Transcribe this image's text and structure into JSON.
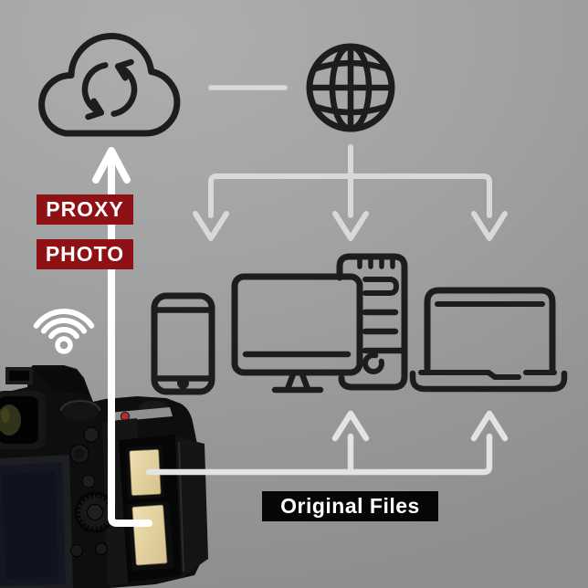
{
  "badges": {
    "proxy": "PROXY",
    "photo": "PHOTO",
    "original_files": "Original Files"
  },
  "icons": [
    {
      "name": "cloud-sync-icon",
      "meaning": "cloud service with sync arrows"
    },
    {
      "name": "globe-icon",
      "meaning": "internet"
    },
    {
      "name": "wifi-icon",
      "meaning": "wireless transfer from camera"
    },
    {
      "name": "smartphone-icon",
      "meaning": "phone receiving files"
    },
    {
      "name": "monitor-icon",
      "meaning": "desktop monitor receiving files"
    },
    {
      "name": "pc-tower-icon",
      "meaning": "desktop pc tower"
    },
    {
      "name": "laptop-icon",
      "meaning": "laptop receiving files"
    },
    {
      "name": "camera-photo",
      "meaning": "camera with dual SD card slots open"
    }
  ],
  "colors": {
    "bg_top": "#adaeae",
    "bg_bottom": "#8d8f8e",
    "icon_stroke": "#1d1d1d",
    "connector_gray": "#d8dad9",
    "connector_bright": "#e2e4e3",
    "connector_white": "#ffffff",
    "proxy_badge_bg": "#8e1116",
    "files_badge_bg": "#060606",
    "badge_text": "#ffffff",
    "sd_card": "#e7d7a6"
  }
}
